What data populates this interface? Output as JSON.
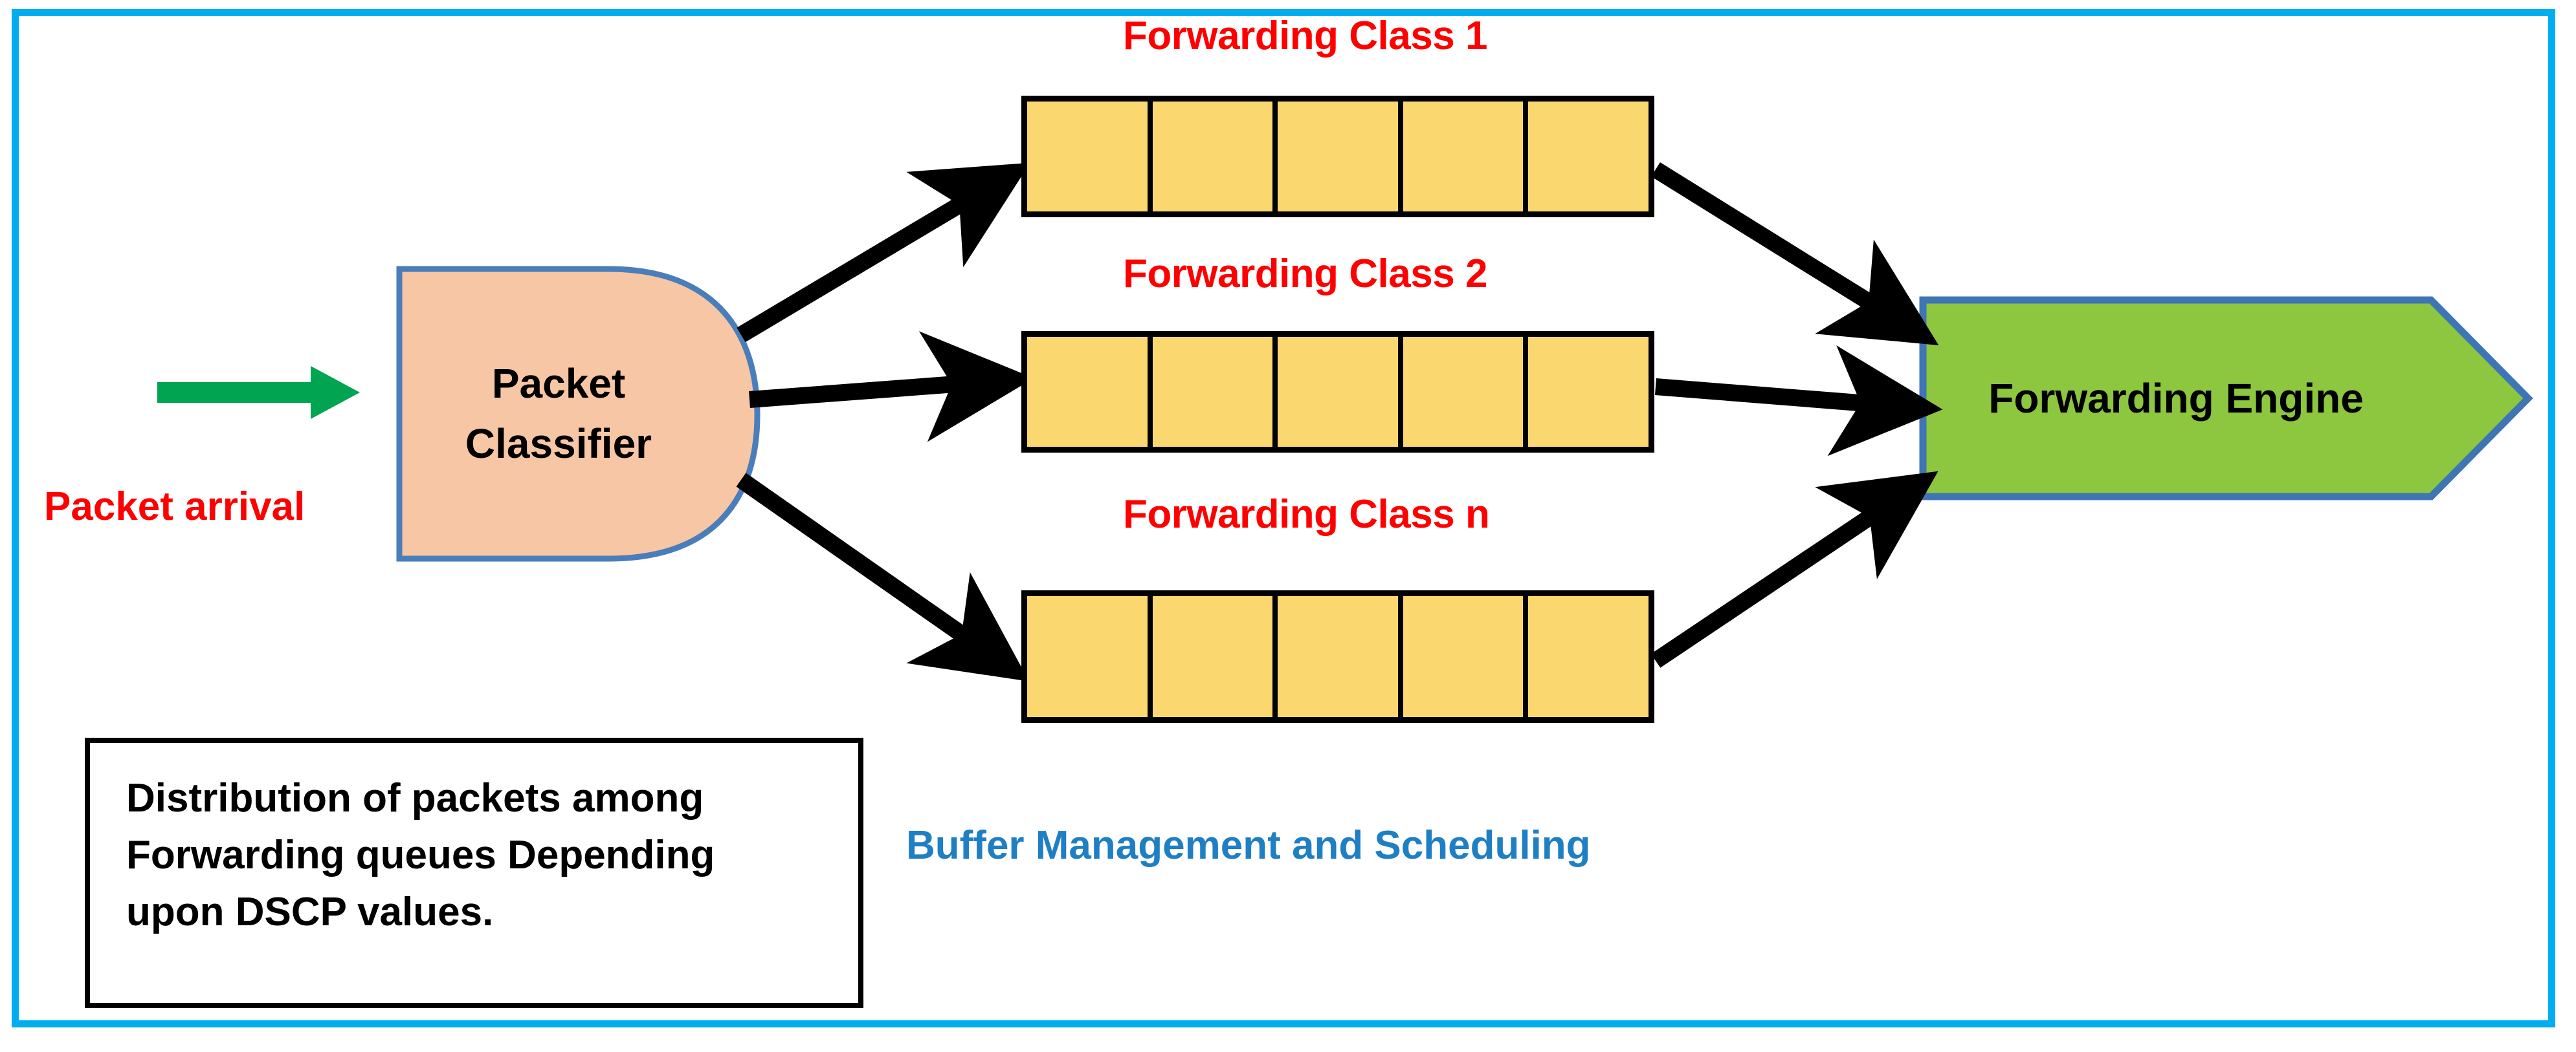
{
  "diagram": {
    "title_present": false,
    "colors": {
      "frame": "#00AEEF",
      "queue_fill": "#FBD770",
      "queue_border": "#000000",
      "classifier_fill": "#F7C6A5",
      "classifier_border": "#4A7EBB",
      "engine_fill": "#8DC63F",
      "engine_border": "#3E75B4",
      "arrow": "#000000",
      "inbound_arrow": "#00A451",
      "class_label": "#FF0000",
      "caption": "#1F7FC4"
    }
  },
  "classifier": {
    "line1": "Packet",
    "line2": "Classifier",
    "shape": "flowchart-delay"
  },
  "inbound": {
    "label": "Packet arrival",
    "arrow_icon": "green-right-arrow-icon"
  },
  "queues": [
    {
      "label": "Forwarding Class 1",
      "cells": 5
    },
    {
      "label": "Forwarding Class 2",
      "cells": 5
    },
    {
      "label": "Forwarding Class n",
      "cells": 5
    }
  ],
  "engine": {
    "label": "Forwarding Engine",
    "shape": "pentagon-chevron-right"
  },
  "note": {
    "line1": "Distribution of packets among",
    "line2": "Forwarding queues Depending",
    "line3": "upon DSCP values."
  },
  "caption": {
    "text": "Buffer Management and Scheduling"
  }
}
